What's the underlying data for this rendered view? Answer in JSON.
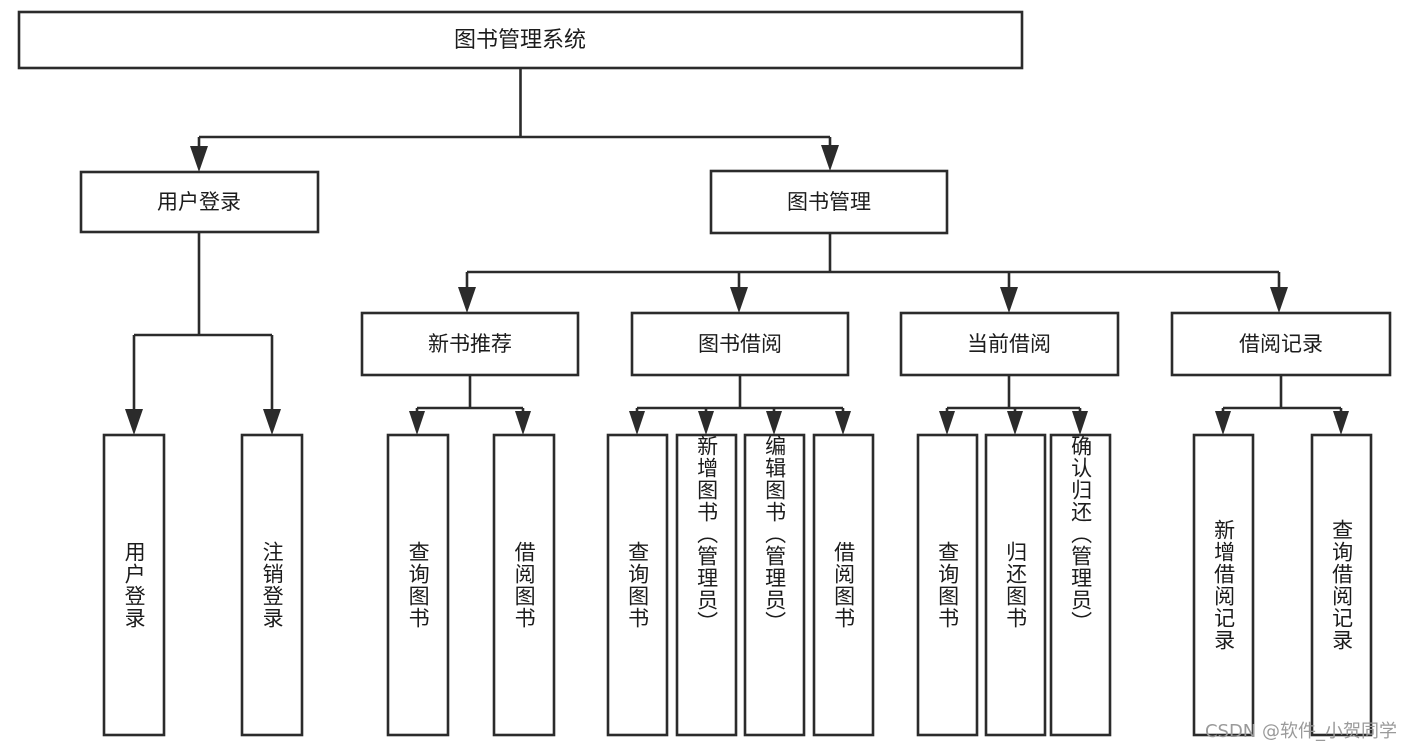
{
  "diagram": {
    "title": "图书管理系统",
    "type": "功能结构图",
    "root": {
      "label": "图书管理系统"
    },
    "level2": [
      {
        "label": "用户登录"
      },
      {
        "label": "图书管理"
      }
    ],
    "level3": [
      {
        "label": "新书推荐"
      },
      {
        "label": "图书借阅"
      },
      {
        "label": "当前借阅"
      },
      {
        "label": "借阅记录"
      }
    ],
    "leaves": {
      "user_login": [
        {
          "label": "用户登录"
        },
        {
          "label": "注销登录"
        }
      ],
      "new_book_recommend": [
        {
          "label": "查询图书"
        },
        {
          "label": "借阅图书"
        }
      ],
      "book_borrow": [
        {
          "label": "查询图书"
        },
        {
          "label": "新增图书（管理员）"
        },
        {
          "label": "编辑图书（管理员）"
        },
        {
          "label": "借阅图书"
        }
      ],
      "current_borrow": [
        {
          "label": "查询图书"
        },
        {
          "label": "归还图书"
        },
        {
          "label": "确认归还（管理员）"
        }
      ],
      "borrow_record": [
        {
          "label": "新增借阅记录"
        },
        {
          "label": "查询借阅记录"
        }
      ]
    },
    "watermark": "CSDN @软件_小贺同学",
    "colors": {
      "stroke": "#2b2b2b",
      "fill": "#ffffff",
      "text": "#1c1c1c",
      "watermark": "#9a9a9a"
    }
  }
}
